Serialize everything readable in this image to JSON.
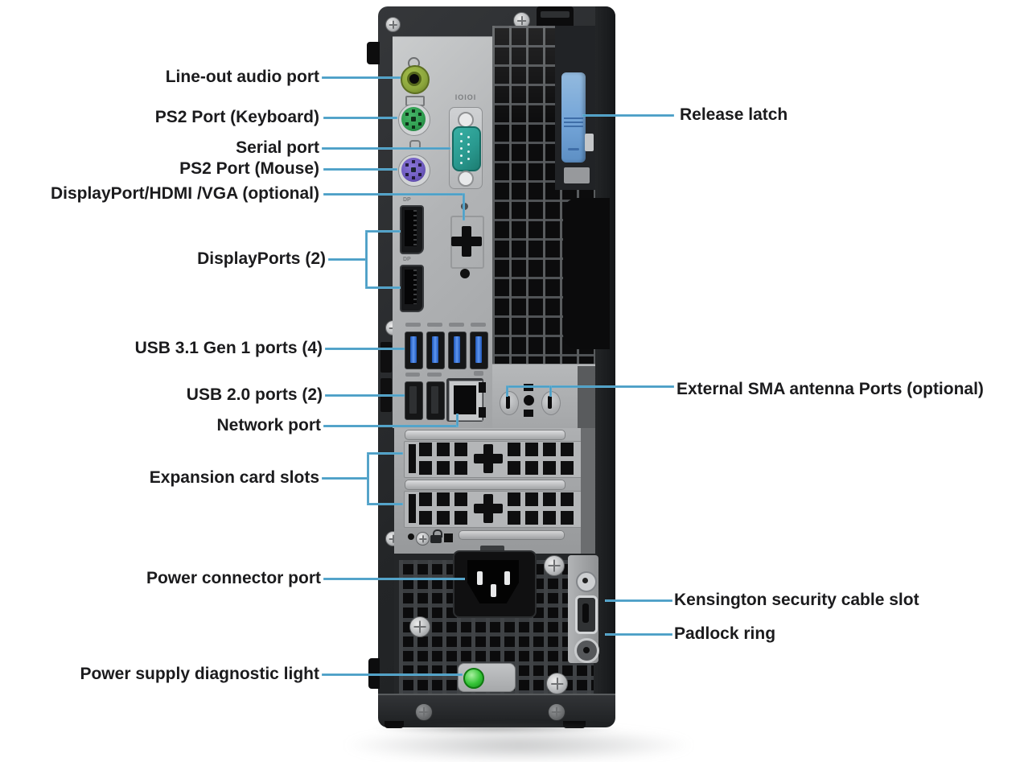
{
  "diagram": {
    "subject": "desktop-computer-back-panel",
    "background": "#ffffff"
  },
  "colors": {
    "leader_line": "#4a9cc4",
    "label_text": "#1b1b1d",
    "chassis_dark": "#26282b",
    "panel_silver": "#b4b6b8",
    "release_latch_blue": "#74a5d8",
    "audio_jack_green": "#8aa43c",
    "ps2_keyboard_green": "#2f9e50",
    "ps2_mouse_purple": "#6f5bc0",
    "serial_teal": "#2a9a90",
    "usb3_blue": "#2f6fd0",
    "led_green": "#35c437"
  },
  "annotations": {
    "left": [
      {
        "text": "Line-out audio port"
      },
      {
        "text": "PS2 Port (Keyboard)"
      },
      {
        "text": "Serial port"
      },
      {
        "text": "PS2 Port (Mouse)"
      },
      {
        "text": "DisplayPort/HDMI /VGA (optional)"
      },
      {
        "text": "DisplayPorts (2)"
      },
      {
        "text": "USB 3.1 Gen 1 ports (4)"
      },
      {
        "text": "USB 2.0 ports (2)"
      },
      {
        "text": "Network port"
      },
      {
        "text": "Expansion card slots"
      },
      {
        "text": "Power connector port"
      },
      {
        "text": "Power supply diagnostic light"
      }
    ],
    "right": [
      {
        "text": "Release latch"
      },
      {
        "text": "External SMA antenna Ports (optional)"
      },
      {
        "text": "Kensington security cable slot"
      },
      {
        "text": "Padlock ring"
      }
    ]
  },
  "tower": {
    "serial_marking": "IOIOI"
  }
}
